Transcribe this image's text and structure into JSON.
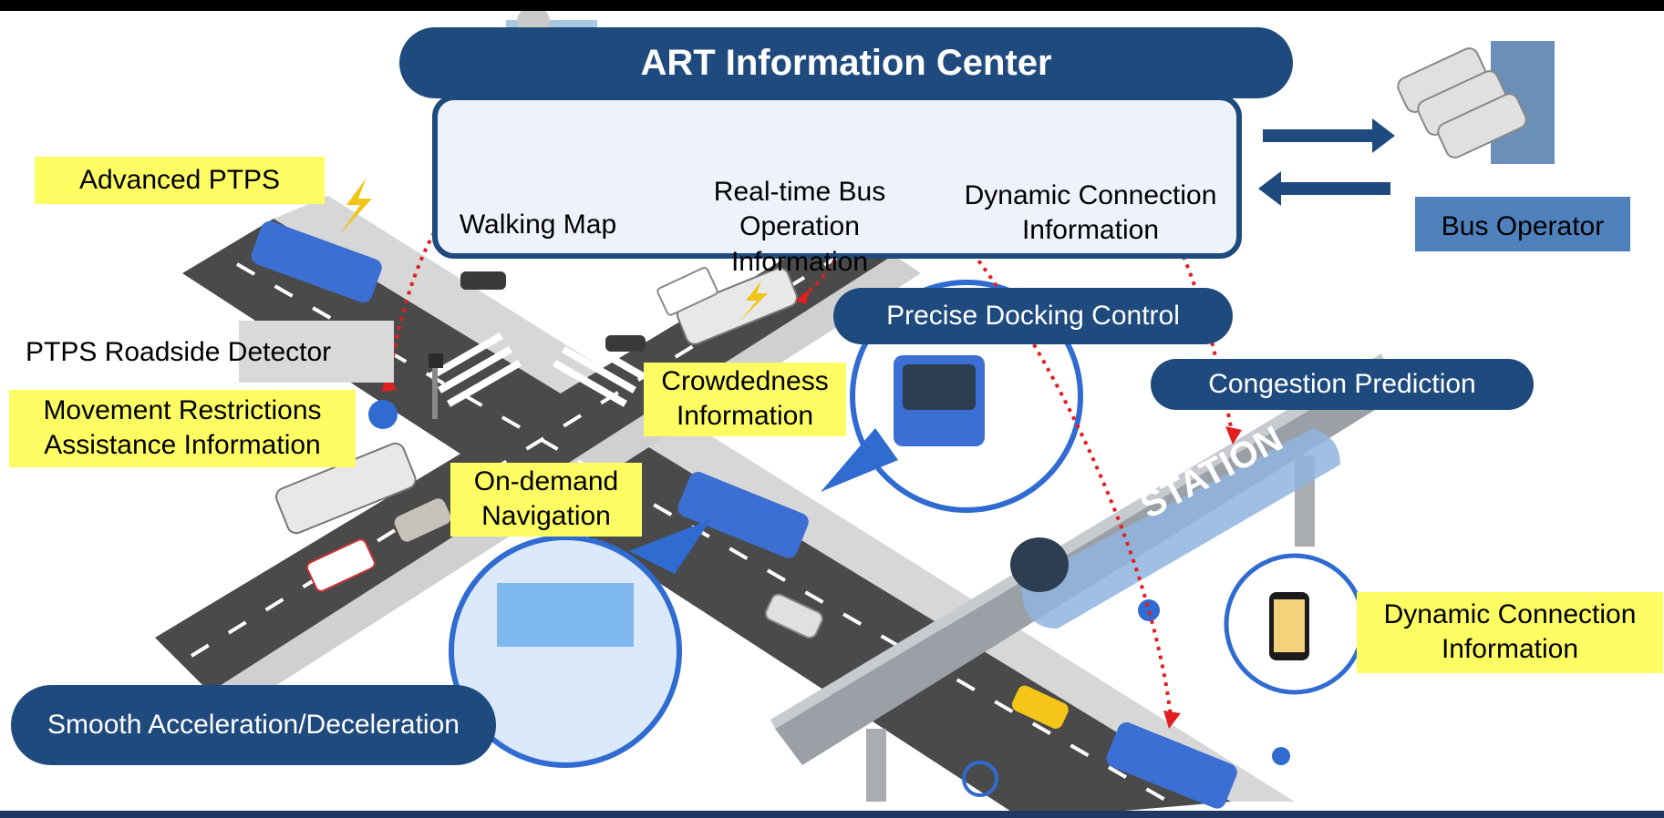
{
  "header": {
    "title": "ART Information Center"
  },
  "center_items": [
    {
      "label": "Walking Map"
    },
    {
      "label": "Real-time Bus Operation Information"
    },
    {
      "label": "Dynamic Connection Information"
    }
  ],
  "bus_operator": {
    "label": "Bus Operator"
  },
  "callouts": {
    "advanced_ptps": "Advanced PTPS",
    "roadside_detector": "PTPS Roadside Detector",
    "movement_restrictions": "Movement Restrictions Assistance Information",
    "crowdedness": "Crowdedness Information",
    "on_demand": "On-demand Navigation",
    "precise_docking": "Precise Docking Control",
    "congestion_prediction": "Congestion Prediction",
    "dynamic_connection": "Dynamic Connection Information",
    "smooth_accel": "Smooth Acceleration/Deceleration"
  },
  "station_sign": "STATION",
  "colors": {
    "navy": "#1f4a7e",
    "yellow": "#fdfd63",
    "blue": "#4f81bd",
    "red": "#e02020"
  }
}
